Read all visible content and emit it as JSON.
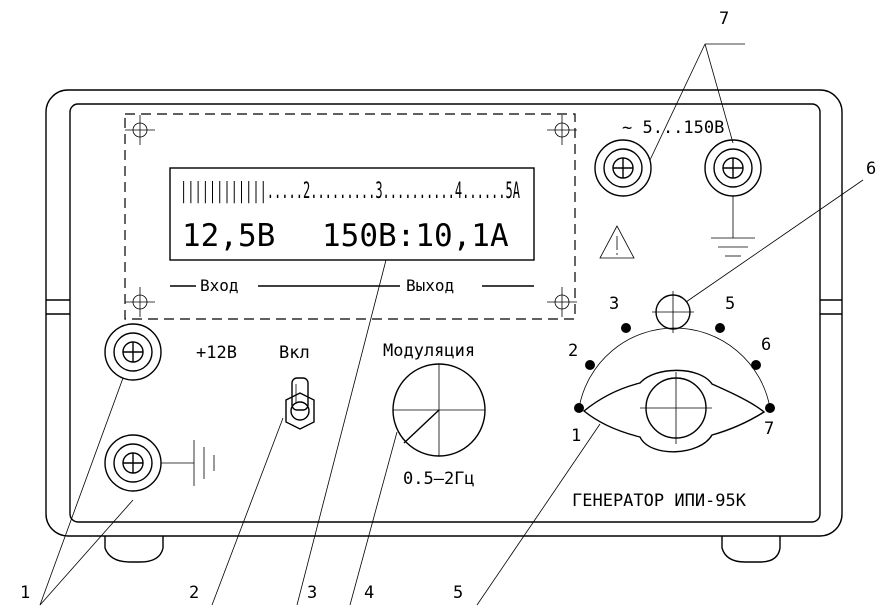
{
  "device": {
    "model_label": "ГЕНЕРАТОР ИПИ-95К"
  },
  "display": {
    "bar_scale": "||||||||||||.....2.........3..........4......5A",
    "readout_input": "12,5В",
    "readout_output": "150В:10,1А",
    "label_input": "Вход",
    "label_output": "Выход"
  },
  "panel_labels": {
    "power_terminal": "+12В",
    "switch": "Вкл",
    "modulation": "Модуляция",
    "modulation_range": "0.5–2Гц",
    "output_voltage": "~ 5...150В"
  },
  "selector_positions": [
    "1",
    "2",
    "3",
    "5",
    "6",
    "7"
  ],
  "callouts": [
    "1",
    "2",
    "3",
    "4",
    "5",
    "6",
    "7"
  ]
}
